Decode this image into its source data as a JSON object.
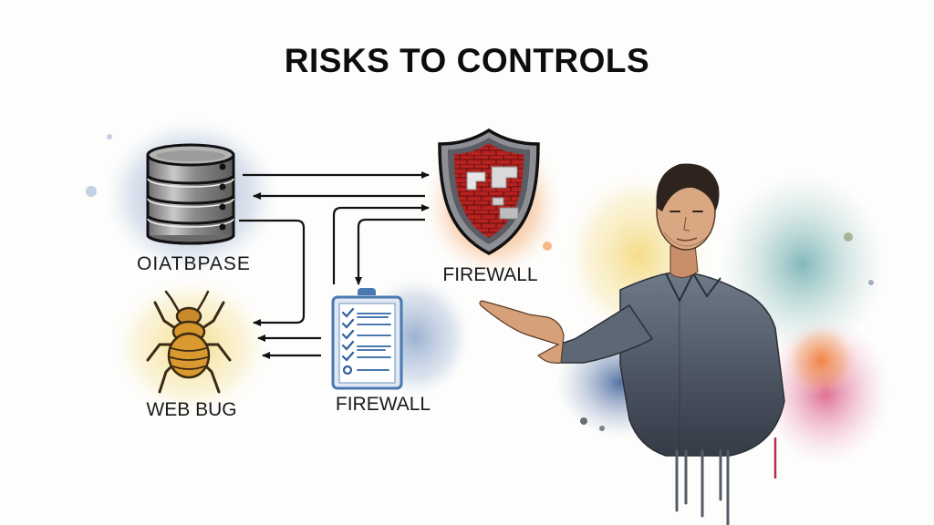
{
  "title": "RISKS TO CONTROLS",
  "nodes": {
    "database": {
      "label": "OIATBPASE",
      "icon": "database-icon",
      "accent": "#6f8fb8"
    },
    "firewall_shield": {
      "label": "FIREWALL",
      "icon": "shield-brick-wall-icon",
      "accent": "#c0262a",
      "splash": "#f08a3c"
    },
    "web_bug": {
      "label": "WEB BUG",
      "icon": "bug-icon",
      "accent": "#d99a2b",
      "splash": "#f3d36a"
    },
    "checklist": {
      "label": "FIREWALL",
      "icon": "clipboard-checklist-icon",
      "accent": "#4a78b0"
    }
  },
  "connections": [
    {
      "from": "database",
      "to": "firewall_shield",
      "direction": "right"
    },
    {
      "from": "firewall_shield",
      "to": "database",
      "direction": "left"
    },
    {
      "from": "checklist",
      "to": "firewall_shield",
      "direction": "up-right"
    },
    {
      "from": "firewall_shield",
      "to": "checklist",
      "direction": "left-down"
    },
    {
      "from": "database",
      "to": "web_bug",
      "direction": "right-down-left"
    },
    {
      "from": "checklist",
      "to": "web_bug",
      "direction": "left"
    },
    {
      "from": "checklist",
      "to": "web_bug",
      "direction": "left"
    }
  ],
  "presenter": {
    "description": "man in grey shirt pointing left",
    "icon": "presenter-figure"
  },
  "colors": {
    "title": "#0d0d0d",
    "arrow": "#111111",
    "background": "#fdfdfc"
  }
}
